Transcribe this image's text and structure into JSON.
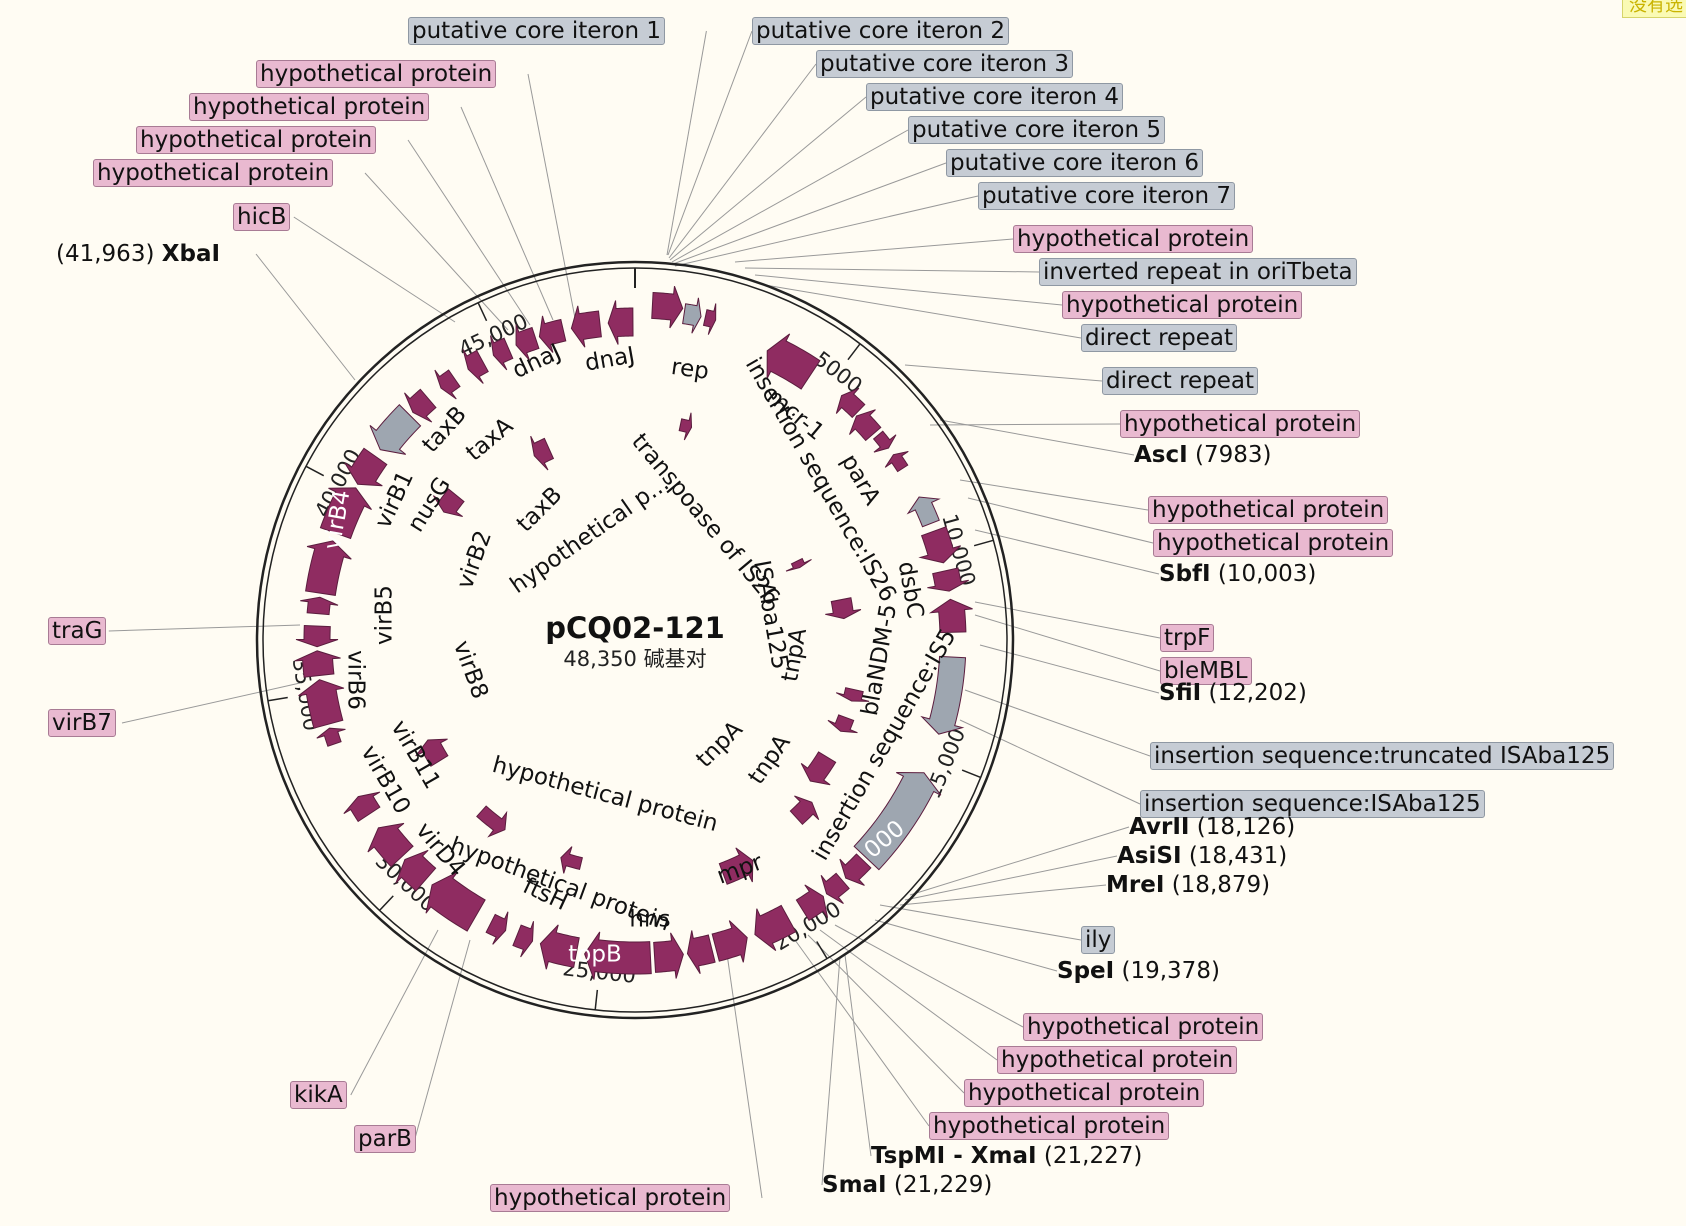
{
  "plasmid": {
    "name": "pCQ02-121",
    "length_label": "48,350 碱基对"
  },
  "corner_note": "没有选",
  "colors": {
    "feature": "#8f2c61",
    "misc": "#9ea6b0",
    "pink_label": "#e9b9d0",
    "grey_label": "#c6ccd4",
    "background": "#fffcf3"
  },
  "scale_ticks": [
    "5000",
    "10,000",
    "15,000",
    "20,000",
    "25,000",
    "30,000",
    "35,000",
    "40,000",
    "45,000"
  ],
  "outer_labels": [
    {
      "text": "putative core iteron 1",
      "kind": "grey"
    },
    {
      "text": "putative core iteron 2",
      "kind": "grey"
    },
    {
      "text": "putative core iteron 3",
      "kind": "grey"
    },
    {
      "text": "putative core iteron 4",
      "kind": "grey"
    },
    {
      "text": "putative core iteron 5",
      "kind": "grey"
    },
    {
      "text": "putative core iteron 6",
      "kind": "grey"
    },
    {
      "text": "putative core iteron 7",
      "kind": "grey"
    },
    {
      "text": "hypothetical protein",
      "kind": "pink"
    },
    {
      "text": "hypothetical protein",
      "kind": "pink"
    },
    {
      "text": "hypothetical protein",
      "kind": "pink"
    },
    {
      "text": "hypothetical protein",
      "kind": "pink"
    },
    {
      "text": "hicB",
      "kind": "pink"
    },
    {
      "text": "hypothetical protein",
      "kind": "pink"
    },
    {
      "text": "inverted repeat in oriTbeta",
      "kind": "grey"
    },
    {
      "text": "hypothetical protein",
      "kind": "pink"
    },
    {
      "text": "direct repeat",
      "kind": "grey"
    },
    {
      "text": "direct repeat",
      "kind": "grey"
    },
    {
      "text": "hypothetical protein",
      "kind": "pink"
    },
    {
      "text": "hypothetical protein",
      "kind": "pink"
    },
    {
      "text": "hypothetical protein",
      "kind": "pink"
    },
    {
      "text": "trpF",
      "kind": "pink"
    },
    {
      "text": "bleMBL",
      "kind": "pink"
    },
    {
      "text": "insertion sequence:truncated ISAba125",
      "kind": "grey"
    },
    {
      "text": "insertion sequence:ISAba125",
      "kind": "grey"
    },
    {
      "text": "ily",
      "kind": "grey"
    },
    {
      "text": "hypothetical protein",
      "kind": "pink"
    },
    {
      "text": "hypothetical protein",
      "kind": "pink"
    },
    {
      "text": "hypothetical protein",
      "kind": "pink"
    },
    {
      "text": "hypothetical protein",
      "kind": "pink"
    },
    {
      "text": "hypothetical protein",
      "kind": "pink"
    },
    {
      "text": "parB",
      "kind": "pink"
    },
    {
      "text": "kikA",
      "kind": "pink"
    },
    {
      "text": "virB7",
      "kind": "pink"
    },
    {
      "text": "traG",
      "kind": "pink"
    }
  ],
  "enzymes": [
    {
      "name": "XbaI",
      "pos": "(41,963)"
    },
    {
      "name": "AscI",
      "pos": "(7983)"
    },
    {
      "name": "SbfI",
      "pos": "(10,003)"
    },
    {
      "name": "SfiI",
      "pos": "(12,202)"
    },
    {
      "name": "AvrII",
      "pos": "(18,126)"
    },
    {
      "name": "AsiSI",
      "pos": "(18,431)"
    },
    {
      "name": "MreI",
      "pos": "(18,879)"
    },
    {
      "name": "SpeI",
      "pos": "(19,378)"
    },
    {
      "name": "TspMI - XmaI",
      "pos": "(21,227)"
    },
    {
      "name": "SmaI",
      "pos": "(21,229)"
    }
  ],
  "feature_labels": [
    "dnaJ",
    "dnaJ",
    "rep",
    "mcr-1",
    "parA",
    "dsbC",
    "blaNDM-5",
    "taxB",
    "taxA",
    "taxB",
    "nusG",
    "virB1",
    "virB4",
    "virB5",
    "virB6",
    "virB2",
    "virB8",
    "virB11",
    "virB10",
    "virD4",
    "ftsH",
    "topB",
    "hns",
    "mpr",
    "tnpA",
    "tnpA",
    "tnpA",
    "ISAba125",
    "transpoase of IS26",
    "insertion sequence:IS26",
    "insertion sequence:IS5",
    "hypothetical p...",
    "hypothetical protein",
    "hypothetical protein",
    "000"
  ]
}
